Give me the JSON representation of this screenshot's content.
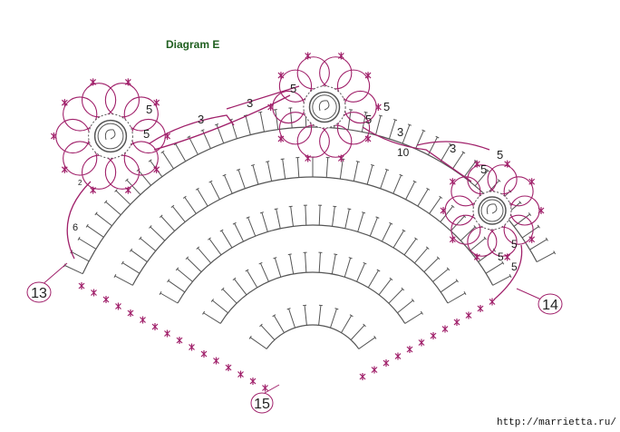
{
  "title": "Diagram E",
  "watermark": "http://marrietta.ru/",
  "colors": {
    "accent": "#a0206a",
    "stitch": "#555555",
    "title": "#1f5f1f"
  },
  "labels": {
    "a": "5",
    "b": "5",
    "c": "3",
    "d": "3",
    "e": "5",
    "f": "5",
    "g": "5",
    "h": "3",
    "i": "10",
    "j": "3",
    "k": "5",
    "l": "5",
    "m": "6",
    "n": "2",
    "o": "5",
    "p": "5",
    "q": "5"
  },
  "markers": {
    "left": "13",
    "right": "14",
    "bottom": "15"
  }
}
